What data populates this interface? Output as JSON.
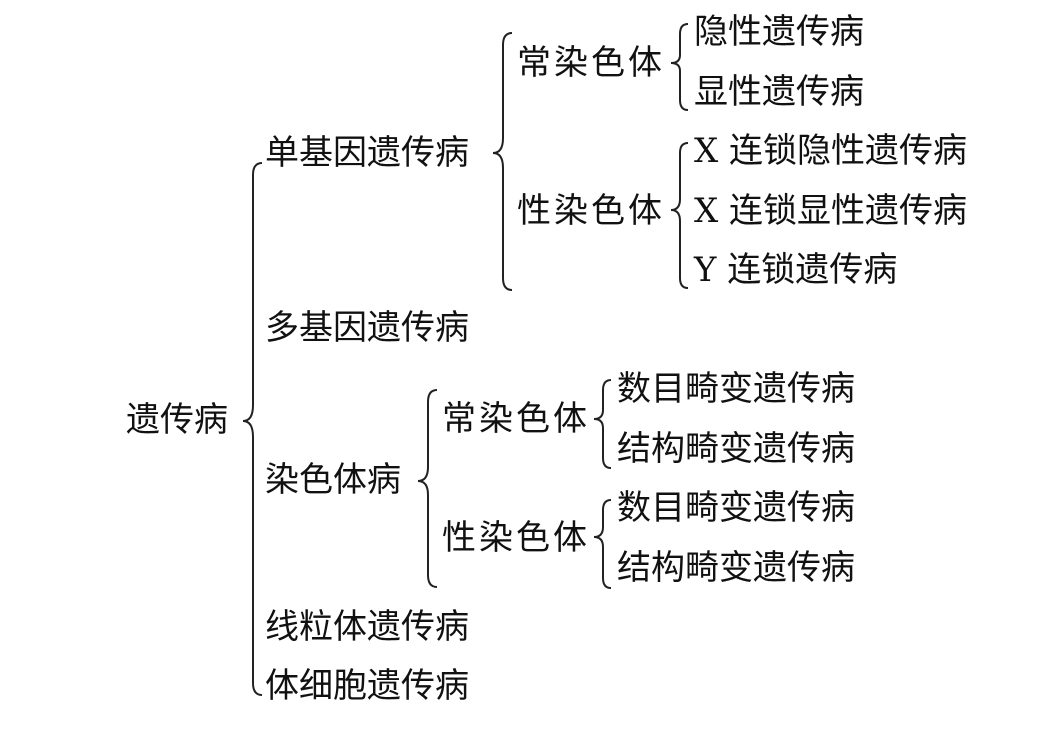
{
  "root": "遗传病",
  "categories": {
    "single_gene": "单基因遗传病",
    "multi_gene": "多基因遗传病",
    "chromosomal": "染色体病",
    "mitochondrial": "线粒体遗传病",
    "somatic": "体细胞遗传病"
  },
  "single_gene_children": {
    "autosomal": "常染色体",
    "sex_chromosome": "性染色体"
  },
  "single_gene_autosomal_types": [
    "隐性遗传病",
    "显性遗传病"
  ],
  "single_gene_sex_types": [
    "X 连锁隐性遗传病",
    "X 连锁显性遗传病",
    "Y 连锁遗传病"
  ],
  "chromosomal_children": {
    "autosomal": "常染色体",
    "sex_chromosome": "性染色体"
  },
  "chromosomal_autosomal_types": [
    "数目畸变遗传病",
    "结构畸变遗传病"
  ],
  "chromosomal_sex_types": [
    "数目畸变遗传病",
    "结构畸变遗传病"
  ]
}
